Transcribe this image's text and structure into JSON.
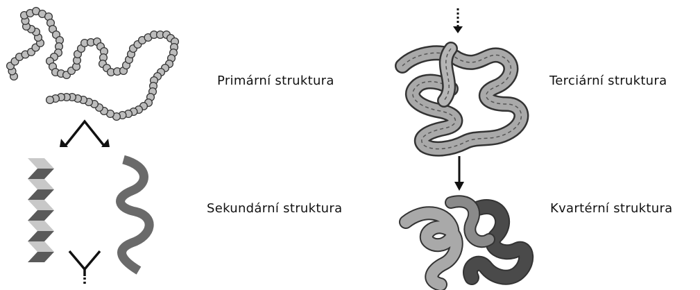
{
  "labels": {
    "primary": "Primární struktura",
    "secondary": "Sekundární struktura",
    "tertiary": "Terciární  struktura",
    "quaternary": "Kvartérní struktura"
  },
  "colors": {
    "bead_fill": "#bdbdbd",
    "bead_stroke": "#333333",
    "sheet_light": "#c8c8c8",
    "sheet_dark": "#5a5a5a",
    "helix": "#6a6a6a",
    "ribbon_light": "#a9a9a9",
    "ribbon_mid": "#8a8a8a",
    "ribbon_dark": "#4a4a4a",
    "arrow": "#111111"
  },
  "icons": {
    "primary": "amino-acid-bead-chain-icon",
    "secondary_sheet": "beta-sheet-zigzag-icon",
    "secondary_helix": "alpha-helix-icon",
    "tertiary": "folded-polypeptide-icon",
    "quaternary": "multi-subunit-complex-icon"
  }
}
